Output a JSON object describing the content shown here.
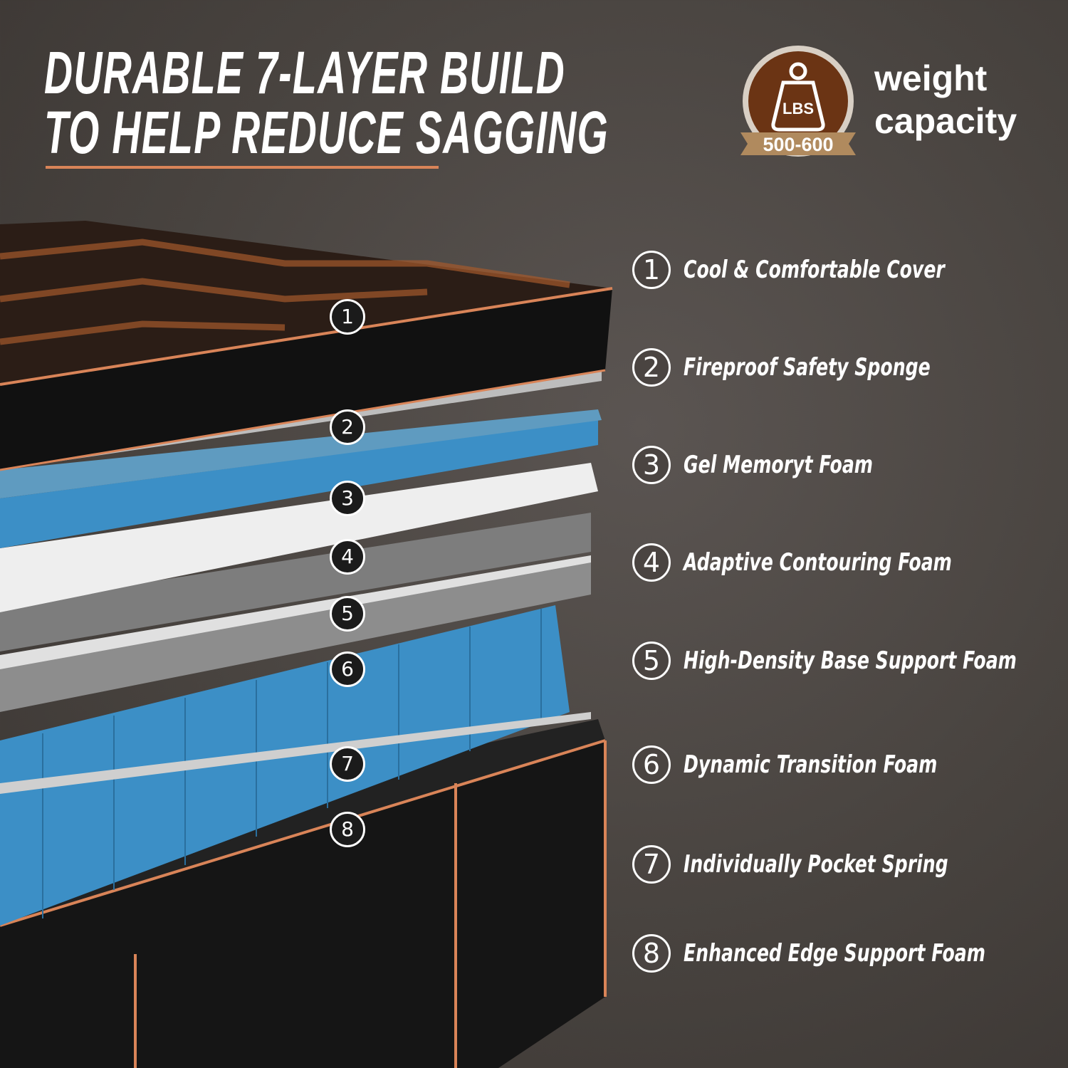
{
  "headline": {
    "line1": "DURABLE 7-LAYER BUILD",
    "line2": "TO HELP REDUCE SAGGING"
  },
  "badge": {
    "unit": "LBS",
    "range": "500-600",
    "caption_line1": "weight",
    "caption_line2": "capacity"
  },
  "colors": {
    "accent": "#d98458",
    "badge_brown": "#6b3414",
    "ribbon": "#b08a5e",
    "gel_blue": "#3c8fc6"
  },
  "markers": [
    "1",
    "2",
    "3",
    "4",
    "5",
    "6",
    "7",
    "8"
  ],
  "layers": [
    {
      "number": "1",
      "label": "Cool & Comfortable Cover"
    },
    {
      "number": "2",
      "label": "Fireproof Safety Sponge"
    },
    {
      "number": "3",
      "label": "Gel Memoryt Foam"
    },
    {
      "number": "4",
      "label": "Adaptive Contouring Foam"
    },
    {
      "number": "5",
      "label": "High-Density Base Support Foam"
    },
    {
      "number": "6",
      "label": "Dynamic Transition Foam"
    },
    {
      "number": "7",
      "label": "Individually Pocket Spring"
    },
    {
      "number": "8",
      "label": "Enhanced Edge Support Foam"
    }
  ]
}
